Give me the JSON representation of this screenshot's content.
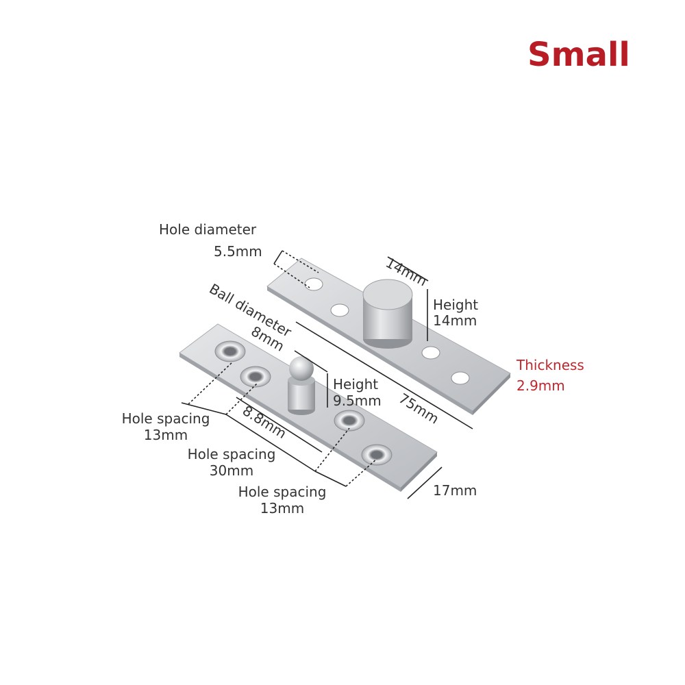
{
  "title": "Small",
  "colors": {
    "title": "#b81d25",
    "thickness": "#c0262d",
    "text": "#333333",
    "metal": "#c9cbce"
  },
  "labels": {
    "hole_diameter_title": "Hole diameter",
    "hole_diameter_value": "5.5mm",
    "pin_diameter": "14mm",
    "pin_height_title": "Height",
    "pin_height_value": "14mm",
    "ball_diameter_title": "Ball diameter",
    "ball_diameter_value": "8mm",
    "thickness_title": "Thickness",
    "thickness_value": "2.9mm",
    "ball_height_title": "Height",
    "ball_height_value": "9.5mm",
    "length": "75mm",
    "offset": "8.8mm",
    "hole_spacing_1_title": "Hole spacing",
    "hole_spacing_1_value": "13mm",
    "hole_spacing_2_title": "Hole spacing",
    "hole_spacing_2_value": "30mm",
    "hole_spacing_3_title": "Hole spacing",
    "hole_spacing_3_value": "13mm",
    "width": "17mm"
  }
}
